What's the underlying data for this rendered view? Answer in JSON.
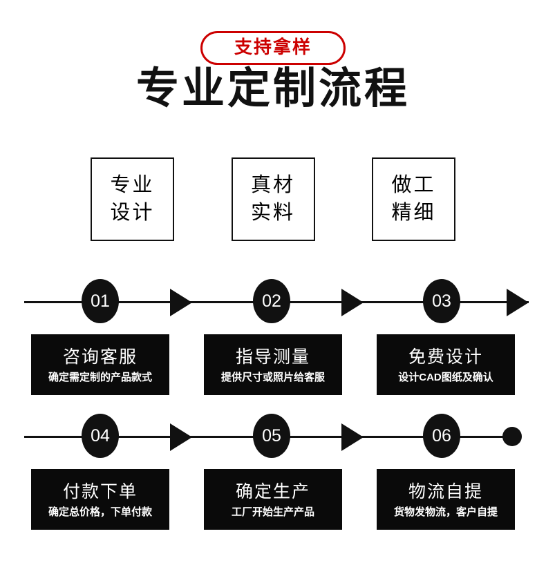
{
  "header": {
    "badge_label": "支持拿样",
    "title": "专业定制流程"
  },
  "features": [
    {
      "line1": "专业",
      "line2": "设计"
    },
    {
      "line1": "真材",
      "line2": "实料"
    },
    {
      "line1": "做工",
      "line2": "精细"
    }
  ],
  "timeline": {
    "rows": [
      {
        "nodes": [
          "01",
          "02",
          "03"
        ],
        "end_marker": "arrow-icon",
        "steps": [
          {
            "title": "咨询客服",
            "subtitle": "确定需定制的产品款式"
          },
          {
            "title": "指导测量",
            "subtitle": "提供尺寸或照片给客服"
          },
          {
            "title": "免费设计",
            "subtitle": "设计CAD图纸及确认"
          }
        ]
      },
      {
        "nodes": [
          "04",
          "05",
          "06"
        ],
        "end_marker": "dot-icon",
        "steps": [
          {
            "title": "付款下单",
            "subtitle": "确定总价格，下单付款"
          },
          {
            "title": "确定生产",
            "subtitle": "工厂开始生产产品"
          },
          {
            "title": "物流自提",
            "subtitle": "货物发物流，客户自提"
          }
        ]
      }
    ]
  },
  "colors": {
    "accent_red": "#cc0000",
    "ink": "#111111",
    "card_bg": "#0a0a0a",
    "page_bg": "#ffffff"
  }
}
